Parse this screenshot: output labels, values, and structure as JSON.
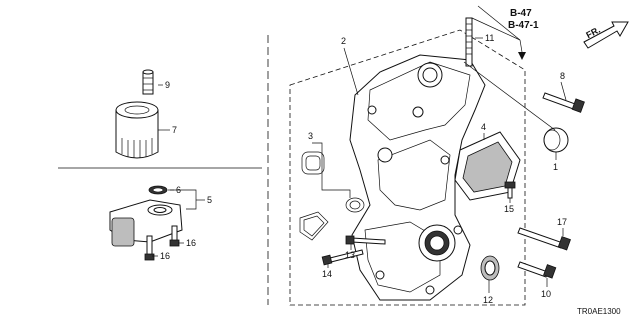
{
  "diagram": {
    "callouts": {
      "c1": "1",
      "c2": "2",
      "c3": "3",
      "c4": "4",
      "c5": "5",
      "c6": "6",
      "c7": "7",
      "c8": "8",
      "c9": "9",
      "c10": "10",
      "c11": "11",
      "c12": "12",
      "c13": "13",
      "c14": "14",
      "c15": "15",
      "c16a": "16",
      "c16b": "16",
      "c17": "17"
    },
    "refs": {
      "b47": "B-47",
      "b471": "B-47-1"
    },
    "direction": "FR.",
    "diagram_code": "TR0AE1300"
  }
}
